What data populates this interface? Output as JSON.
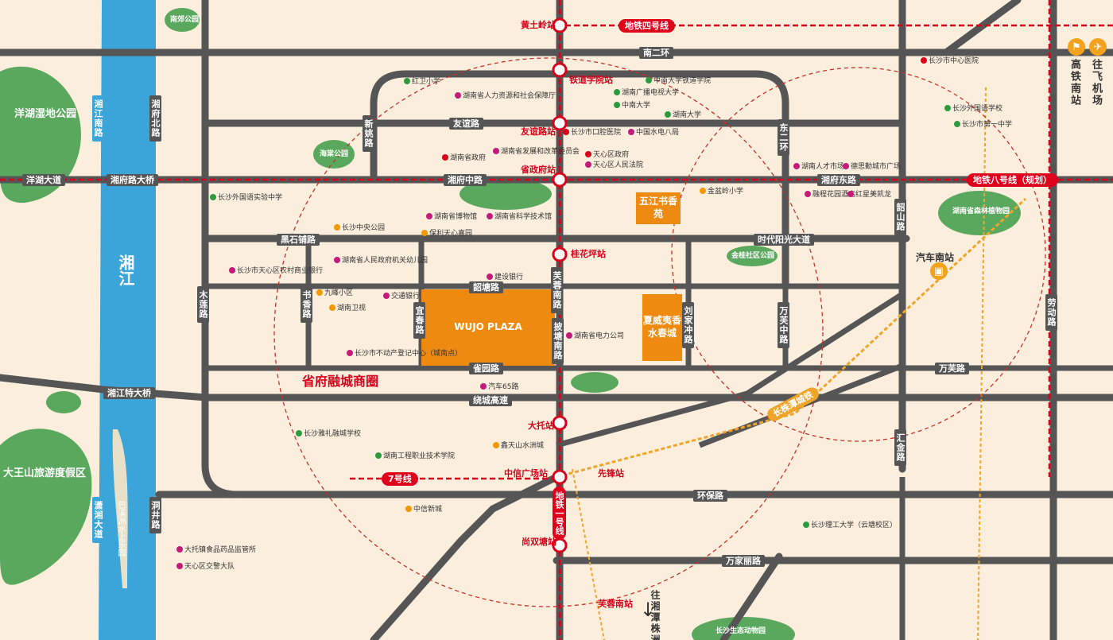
{
  "map": {
    "river": {
      "name": "湘江",
      "island": "巴溪洲水上乐园"
    },
    "headline": "省府融城商圈",
    "plots": [
      {
        "name": "WUJO PLAZA",
        "color": "#ee8a10"
      },
      {
        "name": "五江书香苑",
        "color": "#ee8a10"
      },
      {
        "name": "夏威夷香水春城",
        "color": "#ee8a10"
      }
    ],
    "metro_lines": [
      "地铁四号线",
      "地铁八号线（规划）",
      "地铁一号线",
      "7号线"
    ],
    "stations": [
      "黄土岭站",
      "铁道学院站",
      "友谊路站",
      "省政府站",
      "桂花坪站",
      "大托站",
      "中信广场站",
      "尚双塘站",
      "先锋站",
      "芙蓉南站"
    ],
    "roads_h": [
      "南二环",
      "友谊路",
      "湘府中路",
      "湘府东路",
      "湘府路大桥",
      "洋湖大道",
      "黑石铺路",
      "时代阳光大道",
      "韶塘路",
      "雀园路",
      "湘江特大桥",
      "绕城高速",
      "万芙路",
      "环保路",
      "万家丽路"
    ],
    "roads_v": [
      "湘江南路",
      "新姚路",
      "芙蓉南路",
      "木莲路",
      "书香路",
      "宜春路",
      "披塘南路",
      "韶山路",
      "东二环",
      "刘家冲路",
      "万芙中路",
      "湘府北路",
      "洞井路",
      "劳动路",
      "汇金路",
      "潇湘大道"
    ],
    "parks": [
      "洋湖湿地公园",
      "大王山旅游度假区",
      "南郊公园",
      "海棠公园",
      "湖南省森林植物园",
      "金桂社区公园",
      "长沙生态动物园"
    ],
    "rail": [
      "长株潭城铁"
    ],
    "transport": [
      "高铁南站",
      "往飞机场",
      "汽车南站"
    ],
    "direction": "往湘潭株洲方向",
    "pois": [
      "红卫小学",
      "湖南省人力资源和社会保障厅",
      "湖南广播电视大学",
      "中南大学铁道学院",
      "湖南省政府",
      "湖南省发展和改革委员会",
      "天心区政府",
      "天心区人民法院",
      "中国水电八局",
      "湖南省科学技术馆",
      "保利天心嘉园",
      "中南大学",
      "长沙市口腔医院",
      "湖南省博物馆",
      "湖南大学",
      "湖南省人民政府机关幼儿园",
      "长沙市天心区农村商业银行",
      "交通银行",
      "建设银行",
      "湖南卫视",
      "九峰小区",
      "长沙中央公园",
      "长沙市不动产登记中心（城南点）",
      "汽车65路",
      "鑫天山水洲城",
      "湖南工程职业技术学院",
      "长沙雅礼融城学校",
      "中信新城",
      "湖南省电力公司",
      "长沙理工大学（云塘校区）",
      "天心区交警大队",
      "大托镇食品药品监管所",
      "融程花园酒店",
      "长沙市中心医院",
      "长沙外国语学校",
      "长沙市第一中学",
      "湖南人才市场",
      "德思勤城市广场",
      "红星美凯龙",
      "金盆岭小学",
      "长沙外国语实验中学"
    ]
  }
}
